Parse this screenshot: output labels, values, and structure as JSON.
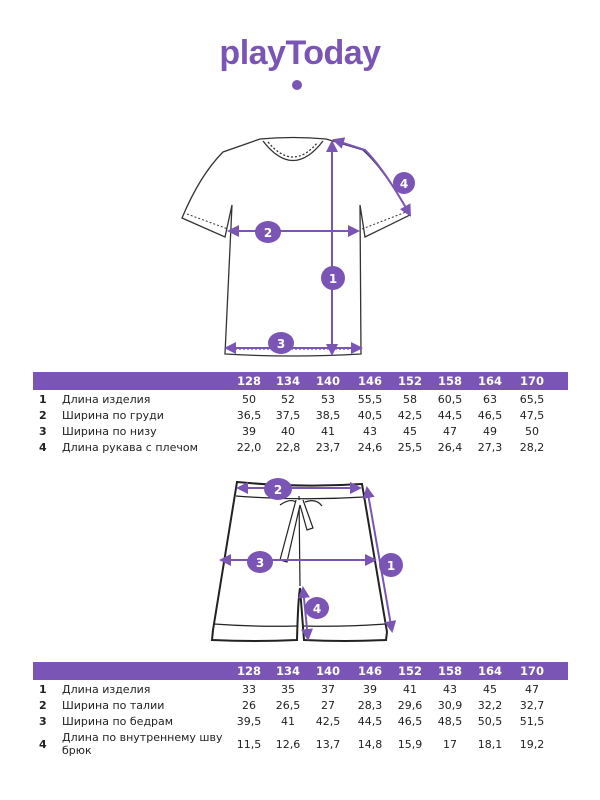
{
  "brand": {
    "logo_text": "playToday",
    "accent": "#7a55b5"
  },
  "sizes": [
    "128",
    "134",
    "140",
    "146",
    "152",
    "158",
    "164",
    "170"
  ],
  "tshirt_table": {
    "rows": [
      {
        "num": "1",
        "label": "Длина изделия",
        "values": [
          "50",
          "52",
          "53",
          "55,5",
          "58",
          "60,5",
          "63",
          "65,5"
        ]
      },
      {
        "num": "2",
        "label": "Ширина по груди",
        "values": [
          "36,5",
          "37,5",
          "38,5",
          "40,5",
          "42,5",
          "44,5",
          "46,5",
          "47,5"
        ]
      },
      {
        "num": "3",
        "label": "Ширина по низу",
        "values": [
          "39",
          "40",
          "41",
          "43",
          "45",
          "47",
          "49",
          "50"
        ]
      },
      {
        "num": "4",
        "label": "Длина рукава с плечом",
        "values": [
          "22,0",
          "22,8",
          "23,7",
          "24,6",
          "25,5",
          "26,4",
          "27,3",
          "28,2"
        ]
      }
    ]
  },
  "shorts_table": {
    "rows": [
      {
        "num": "1",
        "label": "Длина изделия",
        "values": [
          "33",
          "35",
          "37",
          "39",
          "41",
          "43",
          "45",
          "47"
        ]
      },
      {
        "num": "2",
        "label": "Ширина по талии",
        "values": [
          "26",
          "26,5",
          "27",
          "28,3",
          "29,6",
          "30,9",
          "32,2",
          "32,7"
        ]
      },
      {
        "num": "3",
        "label": "Ширина по бедрам",
        "values": [
          "39,5",
          "41",
          "42,5",
          "44,5",
          "46,5",
          "48,5",
          "50,5",
          "51,5"
        ]
      },
      {
        "num": "4",
        "label": "Длина по внутреннему шву брюк",
        "values": [
          "11,5",
          "12,6",
          "13,7",
          "14,8",
          "15,9",
          "17",
          "18,1",
          "19,2"
        ]
      }
    ]
  },
  "markers": [
    "1",
    "2",
    "3",
    "4"
  ]
}
